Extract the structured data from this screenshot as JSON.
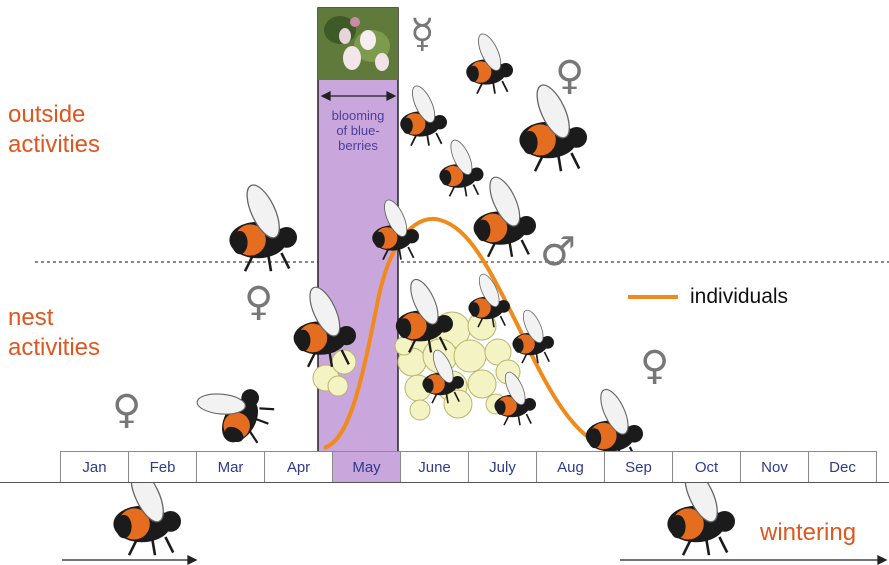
{
  "labels": {
    "outside": [
      "outside",
      "activities"
    ],
    "nest": [
      "nest",
      "activities"
    ],
    "wintering": "wintering"
  },
  "bloom": {
    "note_lines": [
      "blooming",
      "of blue-",
      "berries"
    ],
    "months": [
      "May"
    ]
  },
  "legend": {
    "label": "individuals",
    "color": "#f08a1c"
  },
  "colors": {
    "accent": "#e0561f",
    "month_text": "#2e3a8c",
    "bloom_fill": "#c9a6dc",
    "curve": "#f08a1c"
  },
  "months": [
    "Jan",
    "Feb",
    "Mar",
    "Apr",
    "May",
    "June",
    "July",
    "Aug",
    "Sep",
    "Oct",
    "Nov",
    "Dec"
  ],
  "symbols": {
    "queen": "♀",
    "male": "♂",
    "worker": "☿"
  },
  "chart_data": {
    "type": "line",
    "x": [
      "Apr",
      "May",
      "June",
      "July",
      "Aug",
      "Sep"
    ],
    "series": [
      {
        "name": "individuals",
        "values": [
          0,
          0.6,
          1.0,
          0.75,
          0.2,
          0
        ]
      }
    ]
  }
}
